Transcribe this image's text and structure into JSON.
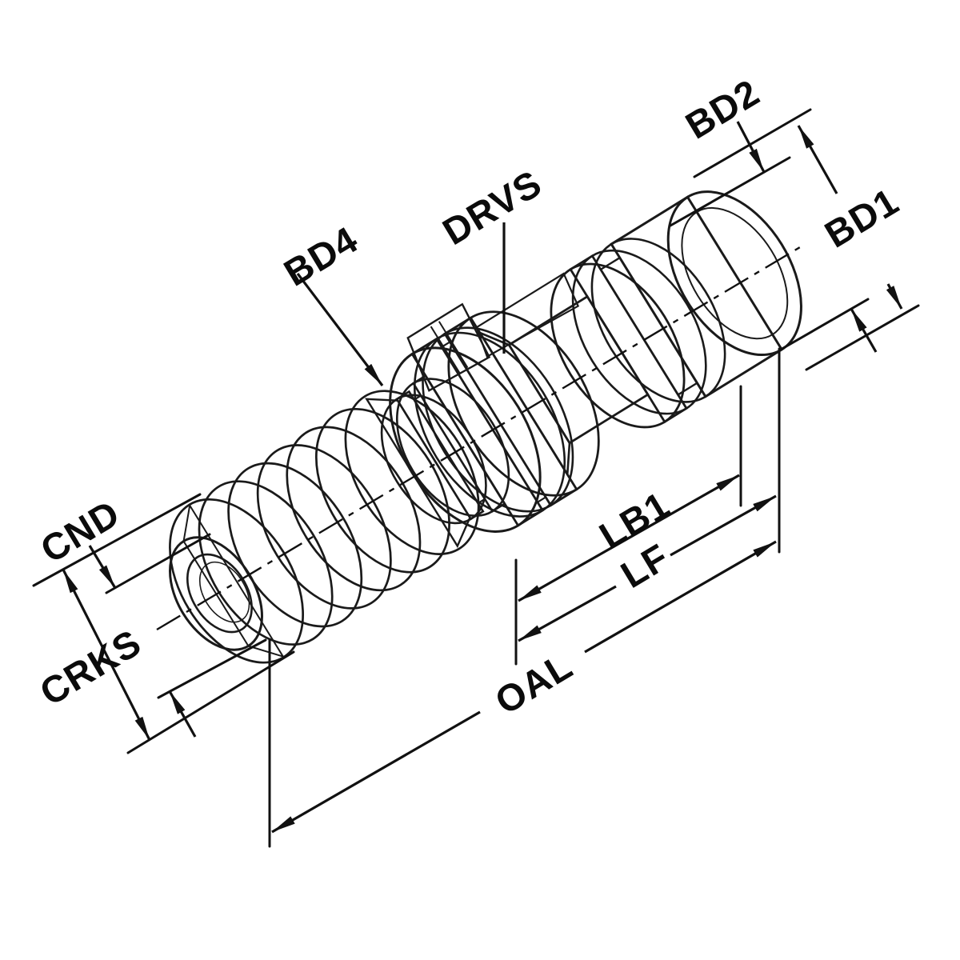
{
  "figure": {
    "type": "isometric-technical-drawing",
    "subject": "CNC tool holder pull stud (retention knob) dimensional diagram"
  },
  "labels": {
    "bd2": "BD2",
    "bd1": "BD1",
    "drvs": "DRVS",
    "bd4": "BD4",
    "cnd": "CND",
    "crks": "CRKS",
    "lb1": "LB1",
    "lf": "LF",
    "oal": "OAL"
  },
  "colors": {
    "background": "#ffffff",
    "line": "#111111",
    "metal_light": "#fafafa",
    "metal_mid": "#c8c8c8",
    "metal_dark": "#838383",
    "flat_face": "#ececec"
  }
}
